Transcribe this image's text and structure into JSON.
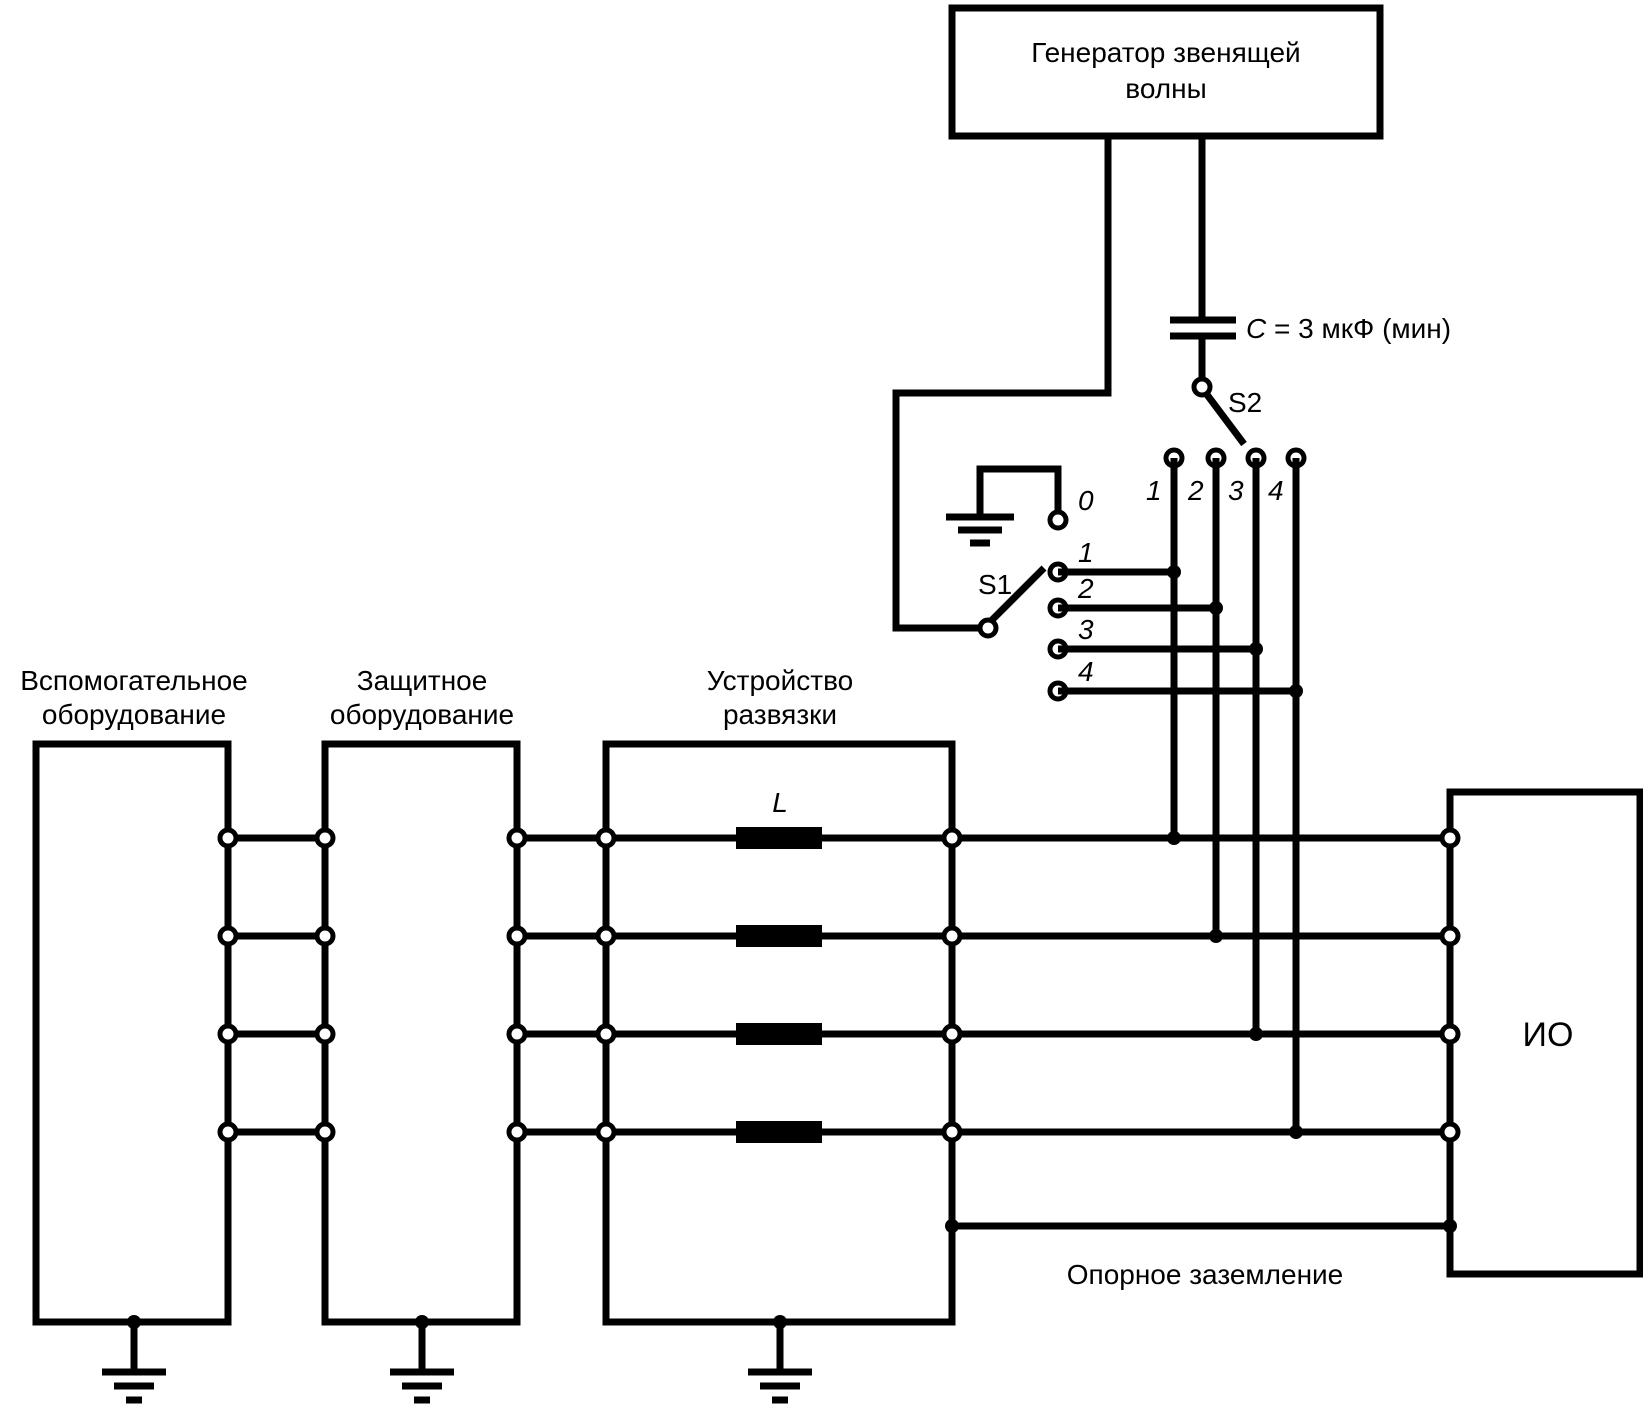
{
  "blocks": {
    "generator": {
      "line1": "Генератор звенящей",
      "line2": "волны"
    },
    "auxiliary": {
      "line1": "Вспомогательное",
      "line2": "оборудование"
    },
    "protective": {
      "line1": "Защитное",
      "line2": "оборудование"
    },
    "decoupling": {
      "line1": "Устройство",
      "line2": "развязки"
    },
    "eut": {
      "label": "ИО"
    }
  },
  "components": {
    "capacitor": {
      "symbol": "C",
      "value_text": " = 3 мкФ (мин)"
    },
    "inductor": {
      "symbol": "L"
    },
    "switch1": {
      "label": "S1",
      "positions": [
        "0",
        "1",
        "2",
        "3",
        "4"
      ]
    },
    "switch2": {
      "label": "S2",
      "positions": [
        "1",
        "2",
        "3",
        "4"
      ]
    }
  },
  "annotations": {
    "reference_ground": "Опорное заземление"
  },
  "colors": {
    "ink": "#000000",
    "background": "#ffffff"
  }
}
